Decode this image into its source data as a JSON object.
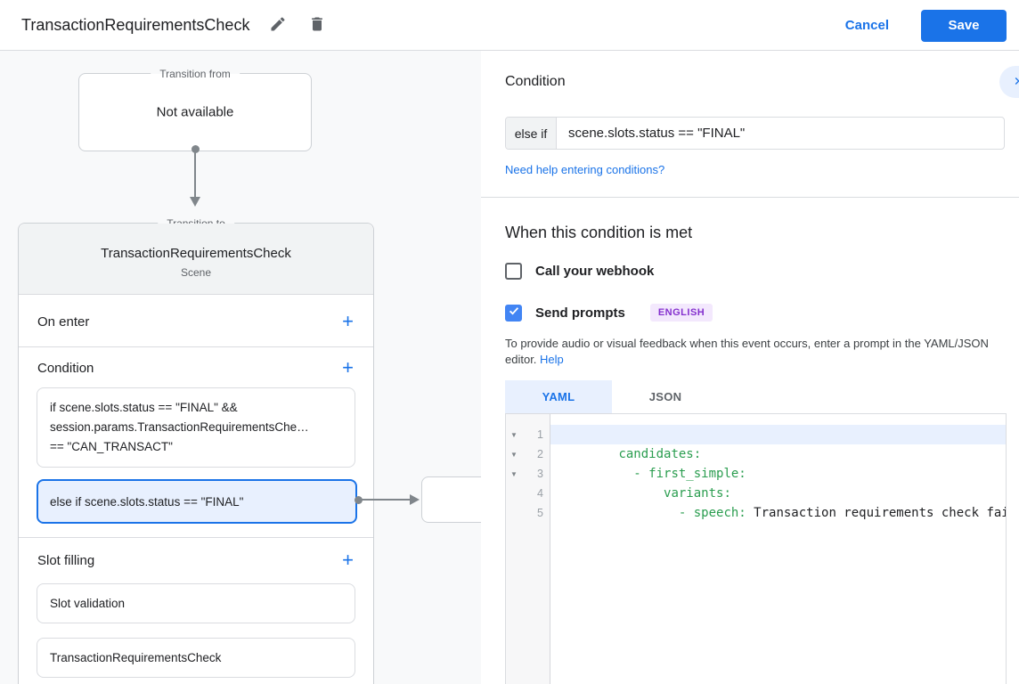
{
  "topbar": {
    "title": "TransactionRequirementsCheck",
    "cancel_label": "Cancel",
    "save_label": "Save"
  },
  "canvas": {
    "transition_from": {
      "legend": "Transition from",
      "content": "Not available"
    },
    "transition_to": {
      "legend": "Transition to",
      "title": "TransactionRequirementsCheck",
      "subtitle": "Scene",
      "on_enter_label": "On enter",
      "condition_label": "Condition",
      "add_icon": "+",
      "condition_items": {
        "first": {
          "line1": "if scene.slots.status == \"FINAL\" &&",
          "line2": "session.params.TransactionRequirementsChe…",
          "line3": "== \"CAN_TRANSACT\""
        },
        "selected": "else if scene.slots.status == \"FINAL\""
      },
      "slot_filling_label": "Slot filling",
      "slot_items": {
        "first": "Slot validation",
        "second": "TransactionRequirementsCheck"
      }
    }
  },
  "panel": {
    "heading": "Condition",
    "condition_row": {
      "prefix": "else if",
      "value": "scene.slots.status == \"FINAL\""
    },
    "help_link": "Need help entering conditions?",
    "when_heading": "When this condition is met",
    "webhook_label": "Call your webhook",
    "webhook_checked": false,
    "prompts_label": "Send prompts",
    "prompts_checked": true,
    "language_badge": "ENGLISH",
    "description": "To provide audio or visual feedback when this event occurs, enter a prompt in the YAML/JSON editor.",
    "description_link": "Help",
    "tabs": {
      "yaml": "YAML",
      "json": "JSON"
    },
    "editor": {
      "lines": [
        {
          "num": "1",
          "key": "candidates:",
          "value": ""
        },
        {
          "num": "2",
          "key": "  - first_simple:",
          "value": ""
        },
        {
          "num": "3",
          "key": "      variants:",
          "value": ""
        },
        {
          "num": "4",
          "key": "        - speech: ",
          "value": "Transaction requirements check failed"
        },
        {
          "num": "5",
          "key": "",
          "value": ""
        }
      ]
    }
  },
  "colors": {
    "accent_blue": "#1a73e8",
    "checkbox_checked": "#4285f4",
    "selected_condition_bg": "#e8f0fe",
    "badge_bg": "#f3e8fd",
    "badge_text": "#8430ce",
    "yaml_key_green": "#2a9d4f",
    "canvas_bg": "#f8f9fa",
    "border_gray": "#dadce0"
  }
}
